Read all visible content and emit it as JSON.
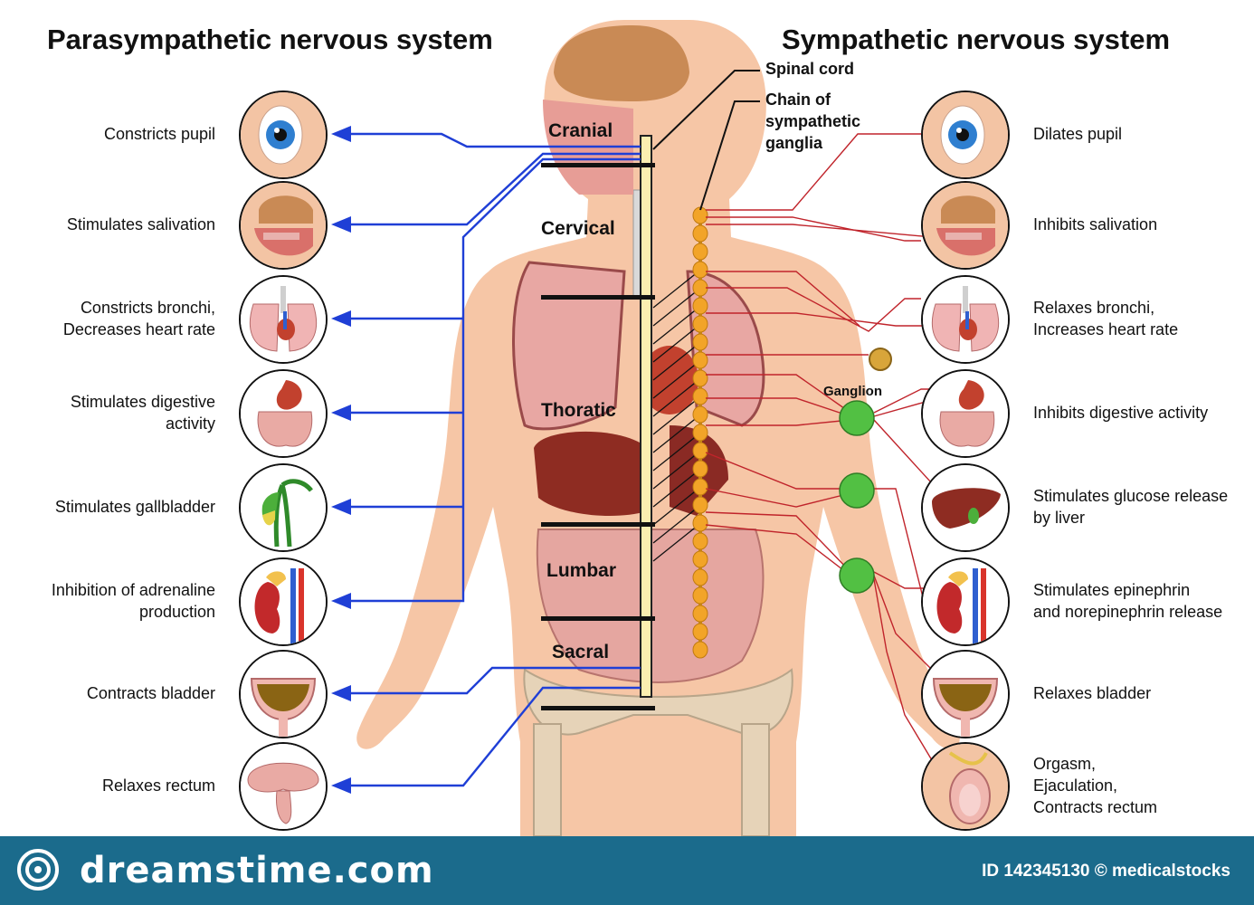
{
  "titles": {
    "left": "Parasympathetic nervous system",
    "right": "Sympathetic nervous system"
  },
  "callouts": {
    "spinal_cord": "Spinal cord",
    "chain": [
      "Chain of",
      "sympathetic",
      "ganglia"
    ],
    "ganglion": "Ganglion"
  },
  "segments": {
    "cranial": "Cranial",
    "cervical": "Cervical",
    "thoratic": "Thoratic",
    "lumbar": "Lumbar",
    "sacral": "Sacral"
  },
  "parasympathetic": [
    {
      "lines": [
        "Constricts pupil"
      ],
      "icon": "eye-icon"
    },
    {
      "lines": [
        "Stimulates salivation"
      ],
      "icon": "head-salivary-icon"
    },
    {
      "lines": [
        "Constricts bronchi,",
        "Decreases heart rate"
      ],
      "icon": "lungs-heart-icon"
    },
    {
      "lines": [
        "Stimulates digestive",
        "activity"
      ],
      "icon": "stomach-intestine-icon"
    },
    {
      "lines": [
        "Stimulates gallbladder"
      ],
      "icon": "gallbladder-icon"
    },
    {
      "lines": [
        "Inhibition of adrenaline",
        "production"
      ],
      "icon": "kidney-adrenal-icon"
    },
    {
      "lines": [
        "Contracts bladder"
      ],
      "icon": "bladder-icon"
    },
    {
      "lines": [
        "Relaxes rectum"
      ],
      "icon": "rectum-icon"
    }
  ],
  "sympathetic": [
    {
      "lines": [
        "Dilates pupil"
      ],
      "icon": "eye-icon"
    },
    {
      "lines": [
        "Inhibits salivation"
      ],
      "icon": "head-salivary-icon"
    },
    {
      "lines": [
        "Relaxes bronchi,",
        "Increases heart rate"
      ],
      "icon": "lungs-heart-icon"
    },
    {
      "lines": [
        "Inhibits digestive activity"
      ],
      "icon": "stomach-intestine-icon"
    },
    {
      "lines": [
        "Stimulates glucose release",
        "by liver"
      ],
      "icon": "liver-icon"
    },
    {
      "lines": [
        "Stimulates epinephrin",
        "and norepinephrin release"
      ],
      "icon": "kidney-adrenal-icon"
    },
    {
      "lines": [
        "Relaxes bladder"
      ],
      "icon": "bladder-icon"
    },
    {
      "lines": [
        "Orgasm,",
        "Ejaculation,",
        "Contracts rectum"
      ],
      "icon": "reproductive-icon"
    }
  ],
  "footer": {
    "brand": "dreamstime.com",
    "credit": "ID 142345130 © medicalstocks"
  },
  "colors": {
    "parasympathetic_line": "#1f3fd6",
    "sympathetic_line": "#c0242b",
    "ganglion": "#52c043",
    "ganglia_chain": "#f2a428",
    "skin": "#f6c6a6",
    "footer": "#1b6b8c"
  }
}
